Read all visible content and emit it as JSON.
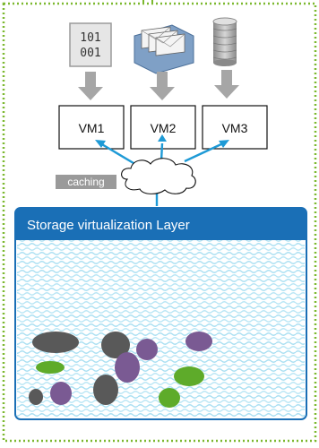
{
  "icons": {
    "binary_icon": "binary-file-icon",
    "envelopes_icon": "envelope-stack-icon",
    "database_icon": "database-icon",
    "cloud_icon": "cloud-icon"
  },
  "binary": {
    "line1": "101",
    "line2": "001"
  },
  "vms": [
    {
      "label": "VM1"
    },
    {
      "label": "VM2"
    },
    {
      "label": "VM3"
    }
  ],
  "caching_label": "caching",
  "storage_title": "Storage virtualization Layer",
  "colors": {
    "dotted_border": "#7cb82f",
    "arrow_gray": "#a6a6a6",
    "connector_blue": "#1e9ad6",
    "panel_blue": "#1a6fb6",
    "caching_bg": "#9a9a9a",
    "blob_gray": "#595959",
    "blob_purple": "#7a5a93",
    "blob_green": "#5eab2a"
  }
}
